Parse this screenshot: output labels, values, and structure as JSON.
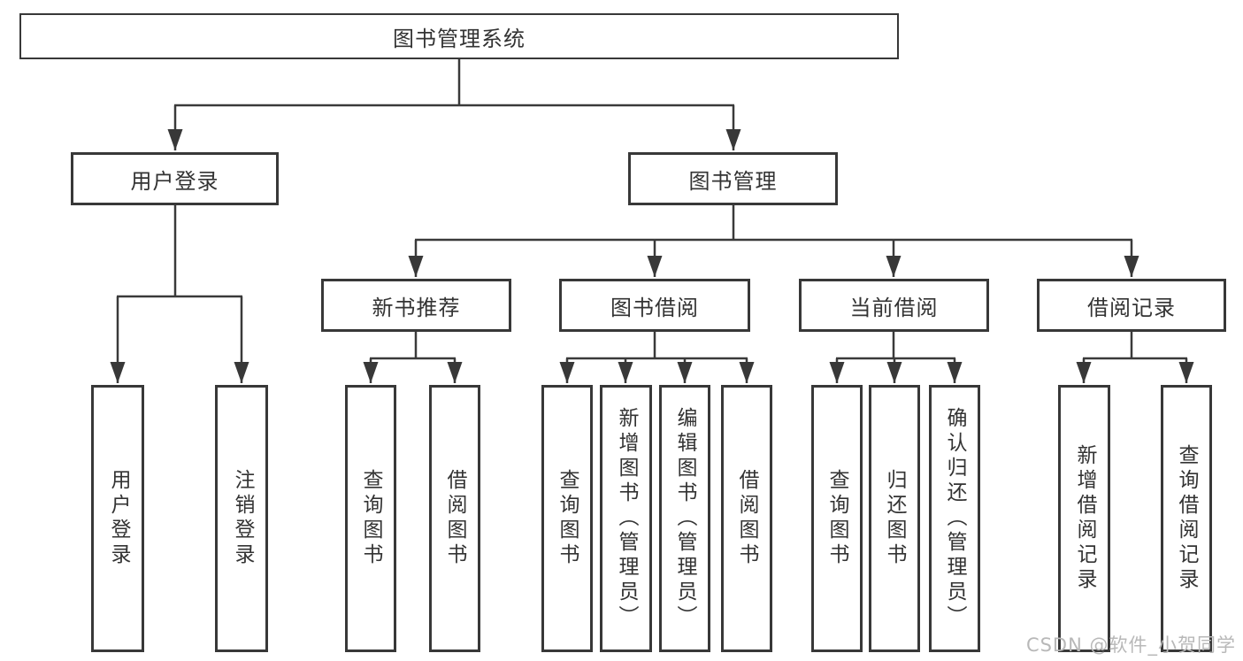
{
  "tree": {
    "root": "图书管理系统",
    "user": {
      "label": "用户登录",
      "children": [
        "用户登录",
        "注销登录"
      ]
    },
    "mgmt": {
      "label": "图书管理",
      "sections": [
        {
          "label": "新书推荐",
          "children": [
            "查询图书",
            "借阅图书"
          ]
        },
        {
          "label": "图书借阅",
          "children": [
            "查询图书",
            "新增图书（管理员）",
            "编辑图书（管理员）",
            "借阅图书"
          ]
        },
        {
          "label": "当前借阅",
          "children": [
            "查询图书",
            "归还图书",
            "确认归还（管理员）"
          ]
        },
        {
          "label": "借阅记录",
          "children": [
            "新增借阅记录",
            "查询借阅记录"
          ]
        }
      ]
    }
  },
  "colors": {
    "line": "#3a3a3a",
    "border": "#383838",
    "text": "#333333",
    "watermark": "#b8b8b8"
  },
  "watermark": "CSDN @软件_小贺同学"
}
